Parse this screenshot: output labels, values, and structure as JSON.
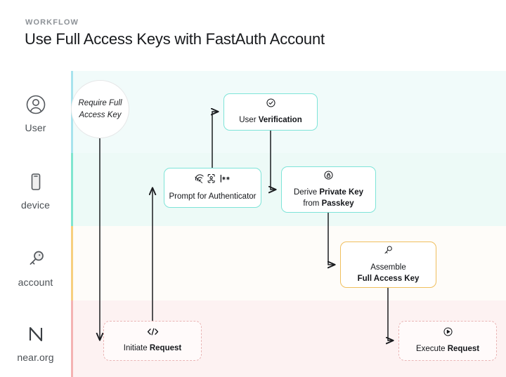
{
  "header": {
    "kicker": "WORKFLOW",
    "title": "Use Full Access Keys with FastAuth Account"
  },
  "lanes": [
    {
      "id": "user",
      "label": "User",
      "icon": "user-circle-icon",
      "accent": "#a8e3ed",
      "background": "#f1fbfa"
    },
    {
      "id": "device",
      "label": "device",
      "icon": "mobile-phone-icon",
      "accent": "#7fe5cf",
      "background": "#edfaf7"
    },
    {
      "id": "account",
      "label": "account",
      "icon": "key-icon",
      "accent": "#f7cf7e",
      "background": "#fefcf9"
    },
    {
      "id": "near",
      "label": "near.org",
      "icon": "near-logo-icon",
      "accent": "#f4b3b3",
      "background": "#fdf2f2"
    }
  ],
  "nodes": {
    "require": {
      "text": "Require Full Access Key",
      "line1": "Require Full",
      "line2": "Access Key",
      "style": "circle",
      "lane": "user"
    },
    "verify": {
      "line1_plain": "User ",
      "line1_bold": "Verification",
      "icon": "check-circle-icon",
      "style": "teal",
      "lane": "user"
    },
    "prompt": {
      "line1_plain": "Prompt for Authenticator",
      "icons": [
        "fingerprint-icon",
        "face-id-icon",
        "password-icon"
      ],
      "style": "teal",
      "lane": "device"
    },
    "derive": {
      "line1_plain": "Derive ",
      "line1_bold": "Private Key",
      "line2_plain": "from ",
      "line2_bold": "Passkey",
      "icon": "lock-circle-icon",
      "style": "teal",
      "lane": "device"
    },
    "assemble": {
      "line1_plain": "Assemble",
      "line2_bold": "Full Access Key",
      "icon": "key-icon",
      "style": "amber",
      "lane": "account"
    },
    "initiate": {
      "line1_plain": "Initiate ",
      "line1_bold": "Request",
      "icon": "code-brackets-icon",
      "style": "dashed",
      "lane": "near"
    },
    "execute": {
      "line1_plain": "Execute ",
      "line1_bold": "Request",
      "icon": "play-circle-icon",
      "style": "dashed",
      "lane": "near"
    }
  },
  "connectors": [
    {
      "from": "require",
      "to": "initiate"
    },
    {
      "from": "initiate",
      "to": "prompt"
    },
    {
      "from": "prompt",
      "to": "verify"
    },
    {
      "from": "verify",
      "to": "derive"
    },
    {
      "from": "derive",
      "to": "assemble"
    },
    {
      "from": "assemble",
      "to": "execute"
    }
  ],
  "colors": {
    "teal_border": "#7ee4d8",
    "amber_border": "#f0bf5e",
    "dashed_border": "#eab5b5",
    "connector": "#1b1d20",
    "title": "#17191c",
    "kicker": "#8d9297"
  }
}
